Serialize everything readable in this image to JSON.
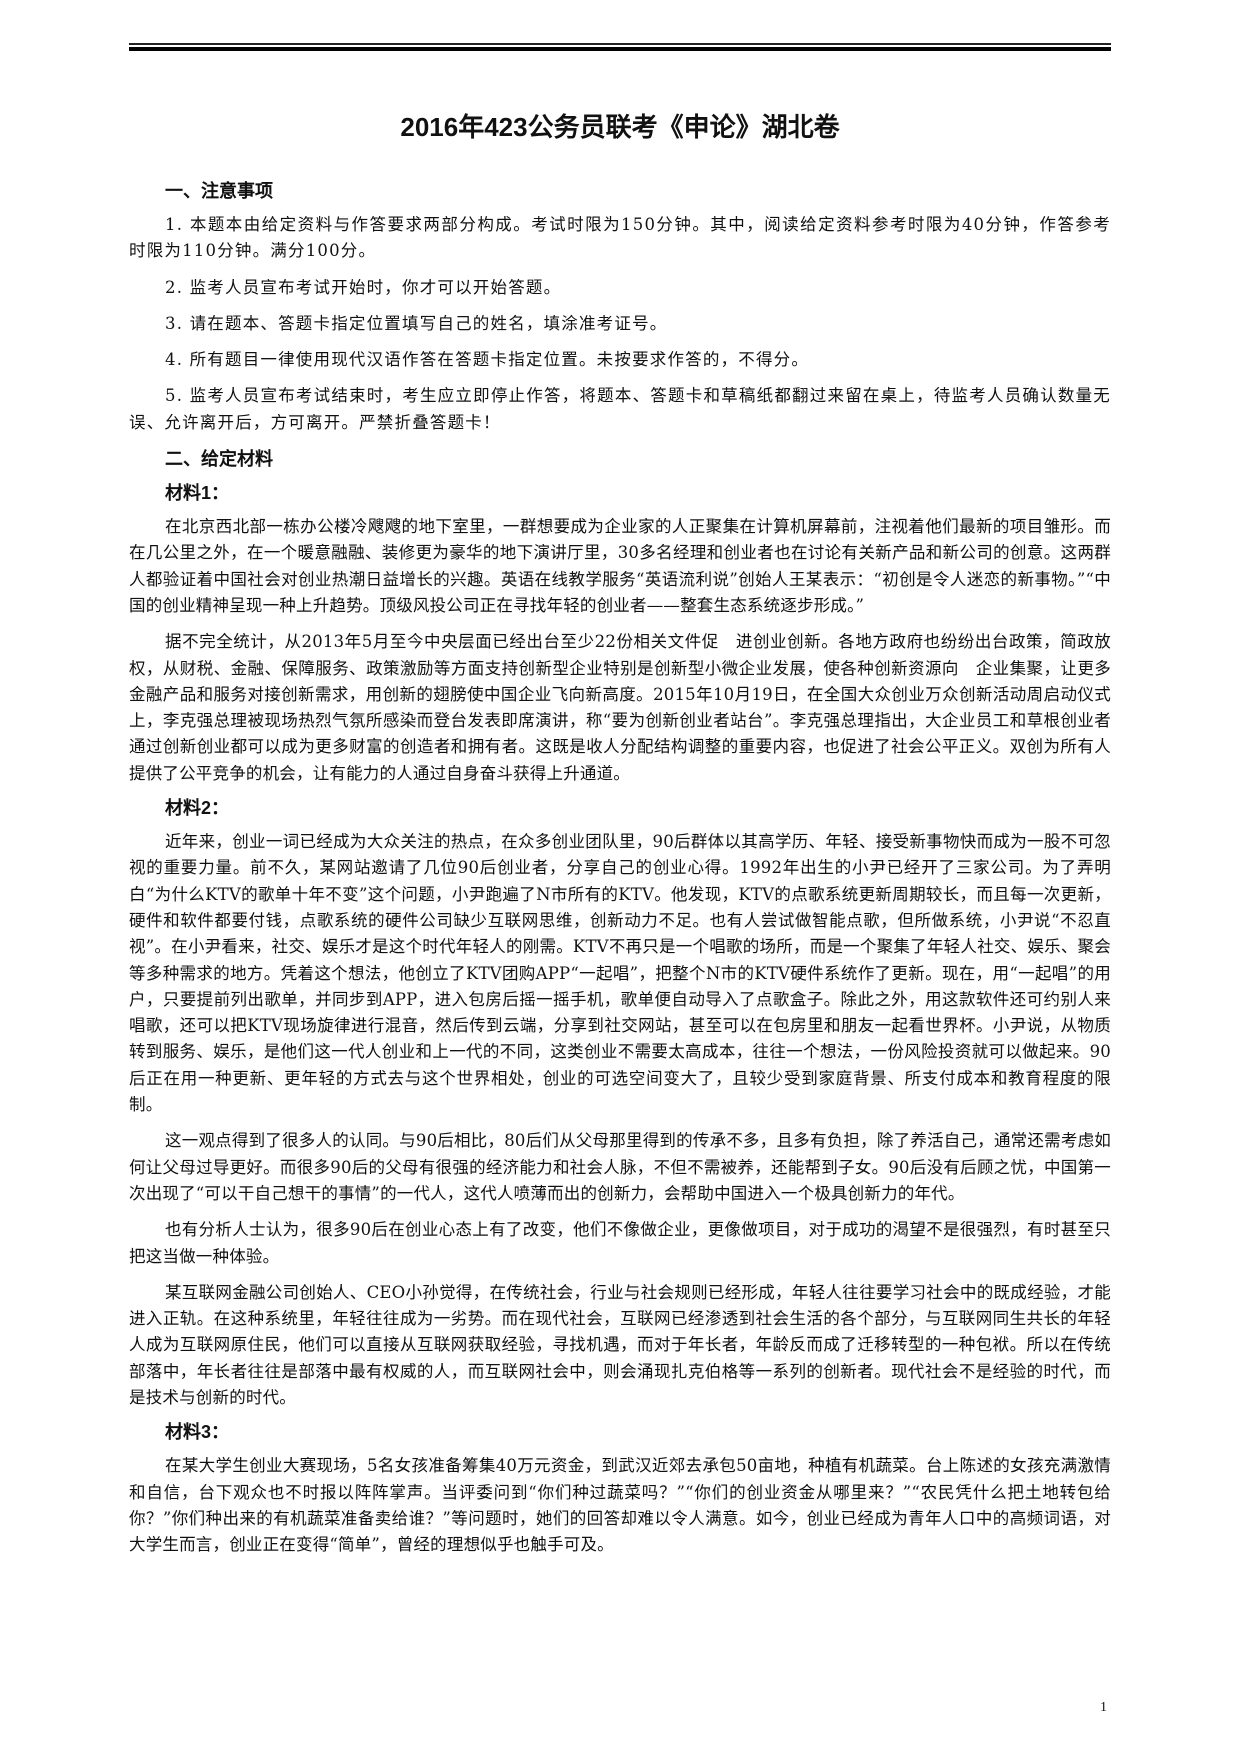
{
  "document": {
    "title": "2016年423公务员联考《申论》湖北卷",
    "page_number": "1",
    "sections": {
      "notice": {
        "heading": "一、注意事项",
        "items": [
          "1. 本题本由给定资料与作答要求两部分构成。考试时限为150分钟。其中，阅读给定资料参考时限为40分钟，作答参考时限为110分钟。满分100分。",
          "2. 监考人员宣布考试开始时，你才可以开始答题。",
          "3. 请在题本、答题卡指定位置填写自己的姓名，填涂准考证号。",
          "4. 所有题目一律使用现代汉语作答在答题卡指定位置。未按要求作答的，不得分。",
          "5. 监考人员宣布考试结束时，考生应立即停止作答，将题本、答题卡和草稿纸都翻过来留在桌上，待监考人员确认数量无误、允许离开后，方可离开。严禁折叠答题卡！"
        ]
      },
      "materials": {
        "heading": "二、给定材料",
        "material1": {
          "label": "材料1：",
          "paragraphs": [
            "在北京西北部一栋办公楼冷飕飕的地下室里，一群想要成为企业家的人正聚集在计算机屏幕前，注视着他们最新的项目雏形。而在几公里之外，在一个暖意融融、装修更为豪华的地下演讲厅里，30多名经理和创业者也在讨论有关新产品和新公司的创意。这两群人都验证着中国社会对创业热潮日益增长的兴趣。英语在线教学服务“英语流利说”创始人王某表示：“初创是令人迷恋的新事物。”“中国的创业精神呈现一种上升趋势。顶级风投公司正在寻找年轻的创业者——整套生态系统逐步形成。”",
            "据不完全统计，从2013年5月至今中央层面已经出台至少22份相关文件促　进创业创新。各地方政府也纷纷出台政策，简政放权，从财税、金融、保障服务、政策激励等方面支持创新型企业特别是创新型小微企业发展，使各种创新资源向　企业集聚，让更多金融产品和服务对接创新需求，用创新的翅膀使中国企业飞向新高度。2015年10月19日，在全国大众创业万众创新活动周启动仪式上，李克强总理被现场热烈气氛所感染而登台发表即席演讲，称“要为创新创业者站台”。李克强总理指出，大企业员工和草根创业者通过创新创业都可以成为更多财富的创造者和拥有者。这既是收人分配结构调整的重要内容，也促进了社会公平正义。双创为所有人提供了公平竞争的机会，让有能力的人通过自身奋斗获得上升通道。"
          ]
        },
        "material2": {
          "label": "材料2：",
          "paragraphs": [
            "近年来，创业一词已经成为大众关注的热点，在众多创业团队里，90后群体以其高学历、年轻、接受新事物快而成为一股不可忽视的重要力量。前不久，某网站邀请了几位90后创业者，分享自己的创业心得。1992年出生的小尹已经开了三家公司。为了弄明白“为什么KTV的歌单十年不变”这个问题，小尹跑遍了N市所有的KTV。他发现，KTV的点歌系统更新周期较长，而且每一次更新，硬件和软件都要付钱，点歌系统的硬件公司缺少互联网思维，创新动力不足。也有人尝试做智能点歌，但所做系统，小尹说“不忍直视”。在小尹看来，社交、娱乐才是这个时代年轻人的刚需。KTV不再只是一个唱歌的场所，而是一个聚集了年轻人社交、娱乐、聚会等多种需求的地方。凭着这个想法，他创立了KTV团购APP“一起唱”，把整个N市的KTV硬件系统作了更新。现在，用“一起唱”的用户，只要提前列出歌单，并同步到APP，进入包房后摇一摇手机，歌单便自动导入了点歌盒子。除此之外，用这款软件还可约别人来唱歌，还可以把KTV现场旋律进行混音，然后传到云端，分享到社交网站，甚至可以在包房里和朋友一起看世界杯。小尹说，从物质转到服务、娱乐，是他们这一代人创业和上一代的不同，这类创业不需要太高成本，往往一个想法，一份风险投资就可以做起来。90后正在用一种更新、更年轻的方式去与这个世界相处，创业的可选空间变大了，且较少受到家庭背景、所支付成本和教育程度的限制。",
            "这一观点得到了很多人的认同。与90后相比，80后们从父母那里得到的传承不多，且多有负担，除了养活自己，通常还需考虑如何让父母过导更好。而很多90后的父母有很强的经济能力和社会人脉，不但不需被养，还能帮到子女。90后没有后顾之忧，中国第一次出现了“可以干自己想干的事情”的一代人，这代人喷薄而出的创新力，会帮助中国进入一个极具创新力的年代。",
            "也有分析人士认为，很多90后在创业心态上有了改变，他们不像做企业，更像做项目，对于成功的渴望不是很强烈，有时甚至只把这当做一种体验。",
            "某互联网金融公司创始人、CEO小孙觉得，在传统社会，行业与社会规则已经形成，年轻人往往要学习社会中的既成经验，才能进入正轨。在这种系统里，年轻往往成为一劣势。而在现代社会，互联网已经渗透到社会生活的各个部分，与互联网同生共长的年轻人成为互联网原住民，他们可以直接从互联网获取经验，寻找机遇，而对于年长者，年龄反而成了迁移转型的一种包袱。所以在传统部落中，年长者往往是部落中最有权威的人，而互联网社会中，则会涌现扎克伯格等一系列的创新者。现代社会不是经验的时代，而是技术与创新的时代。"
          ]
        },
        "material3": {
          "label": "材料3：",
          "paragraphs": [
            "在某大学生创业大赛现场，5名女孩准备筹集40万元资金，到武汉近郊去承包50亩地，种植有机蔬菜。台上陈述的女孩充满激情和自信，台下观众也不时报以阵阵掌声。当评委问到“你们种过蔬菜吗？”“你们的创业资金从哪里来？”“农民凭什么把土地转包给你？”你们种出来的有机蔬菜准备卖给谁？”等问题时，她们的回答却难以令人满意。如今，创业已经成为青年人口中的高频词语，对大学生而言，创业正在变得“简单”，曾经的理想似乎也触手可及。"
          ]
        }
      }
    }
  }
}
